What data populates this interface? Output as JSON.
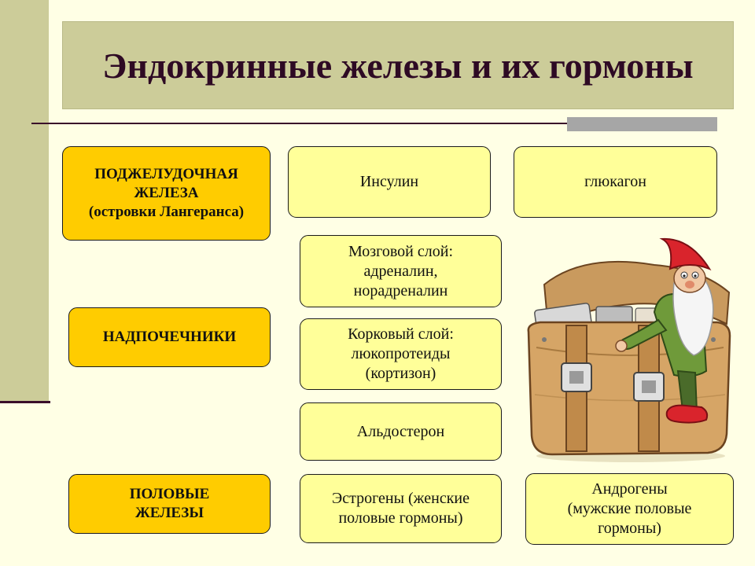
{
  "title": "Эндокринные железы и их гормоны",
  "glands": {
    "pancreas": [
      "ПОДЖЕЛУДОЧНАЯ",
      "ЖЕЛЕЗА",
      "(островки Лангеранса)"
    ],
    "adrenal": [
      "НАДПОЧЕЧНИКИ"
    ],
    "gonads": [
      "ПОЛОВЫЕ",
      "ЖЕЛЕЗЫ"
    ]
  },
  "hormones": {
    "insulin": [
      "Инсулин"
    ],
    "glucagon": [
      "глюкагон"
    ],
    "medulla": [
      "Мозговой слой:",
      "адреналин,",
      "норадреналин"
    ],
    "cortex": [
      "Корковый слой:",
      "люкопротеиды",
      "(кортизон)"
    ],
    "aldosterone": [
      "Альдостерон"
    ],
    "estrogens": [
      "Эстрогены (женские",
      "половые гормоны)"
    ],
    "androgens": [
      "Андрогены",
      "(мужские половые",
      "гормоны)"
    ]
  },
  "colors": {
    "gland_fill": "#ffcc00",
    "hormone_fill": "#ffff99",
    "title_fill": "#cccc99",
    "title_text": "#2e0a24",
    "background": "#ffffe5"
  },
  "illustration": "gnome-in-briefcase"
}
